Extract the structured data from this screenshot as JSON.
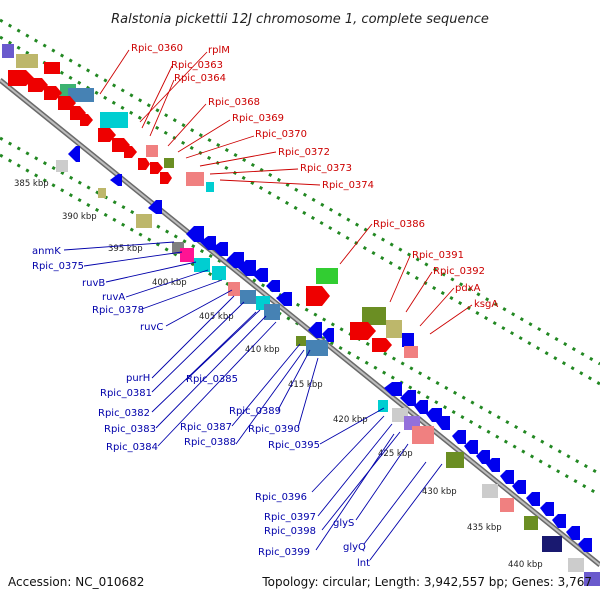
{
  "title": "Ralstonia pickettii 12J chromosome 1, complete sequence",
  "footer": {
    "accession": "Accession: NC_010682",
    "summary": "Topology: circular; Length: 3,942,557 bp; Genes: 3,767"
  },
  "colors": {
    "forward_gene": "#ee0000",
    "reverse_gene": "#0000ee",
    "backbone": "#8a8a8a",
    "track_dots": "#228822",
    "red_label": "#cc0000",
    "blue_label": "#0000aa"
  },
  "kbp_ticks": [
    "385 kbp",
    "390 kbp",
    "395 kbp",
    "400 kbp",
    "405 kbp",
    "410 kbp",
    "415 kbp",
    "420 kbp",
    "425 kbp",
    "430 kbp",
    "435 kbp",
    "440 kbp"
  ],
  "forward_labels": [
    "Rpic_0360",
    "rplM",
    "Rpic_0363",
    "Rpic_0364",
    "Rpic_0368",
    "Rpic_0369",
    "Rpic_0370",
    "Rpic_0372",
    "Rpic_0373",
    "Rpic_0374",
    "Rpic_0386",
    "Rpic_0391",
    "Rpic_0392",
    "pdxA",
    "ksgA"
  ],
  "reverse_labels": [
    "anmK",
    "Rpic_0375",
    "ruvB",
    "ruvA",
    "Rpic_0378",
    "ruvC",
    "purH",
    "Rpic_0381",
    "Rpic_0385",
    "Rpic_0382",
    "Rpic_0383",
    "Rpic_0384",
    "Rpic_0387",
    "Rpic_0389",
    "Rpic_0388",
    "Rpic_0390",
    "Rpic_0395",
    "Rpic_0396",
    "Rpic_0397",
    "Rpic_0398",
    "glyS",
    "Rpic_0399",
    "glyQ",
    "lnt"
  ]
}
